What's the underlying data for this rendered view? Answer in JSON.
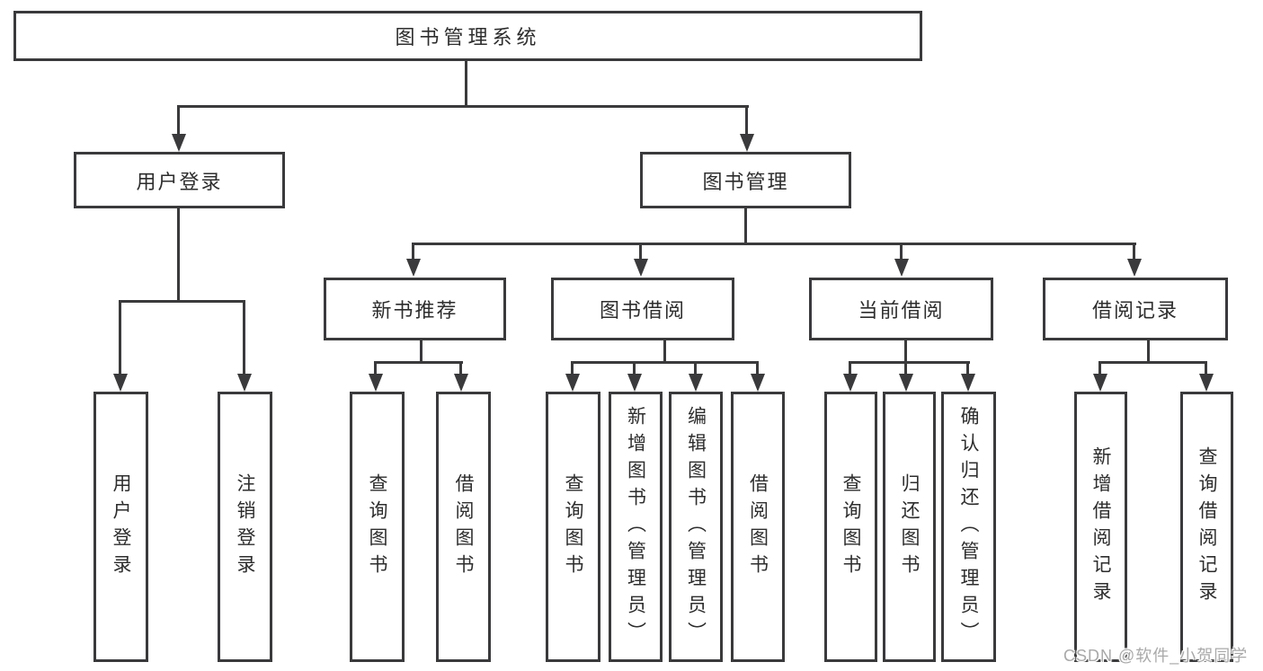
{
  "diagram_title": "图书管理系统",
  "tree": {
    "root": {
      "label": "图书管理系统"
    },
    "branches": [
      {
        "label": "用户登录",
        "children": [
          {
            "label": "用户登录"
          },
          {
            "label": "注销登录"
          }
        ]
      },
      {
        "label": "图书管理",
        "children": [
          {
            "label": "新书推荐",
            "children": [
              {
                "label": "查询图书"
              },
              {
                "label": "借阅图书"
              }
            ]
          },
          {
            "label": "图书借阅",
            "children": [
              {
                "label": "查询图书"
              },
              {
                "label": "新增图书（管理员）"
              },
              {
                "label": "编辑图书（管理员）"
              },
              {
                "label": "借阅图书"
              }
            ]
          },
          {
            "label": "当前借阅",
            "children": [
              {
                "label": "查询图书"
              },
              {
                "label": "归还图书"
              },
              {
                "label": "确认归还（管理员）"
              }
            ]
          },
          {
            "label": "借阅记录",
            "children": [
              {
                "label": "新增借阅记录"
              },
              {
                "label": "查询借阅记录"
              }
            ]
          }
        ]
      }
    ]
  },
  "watermark": {
    "text": "CSDN @软件_小贺同学"
  },
  "colors": {
    "line": "#3a3a3c",
    "box_border": "#3a3a3c",
    "text": "#2d2d2d",
    "background": "#ffffff",
    "watermark": "#a9a9a9"
  }
}
